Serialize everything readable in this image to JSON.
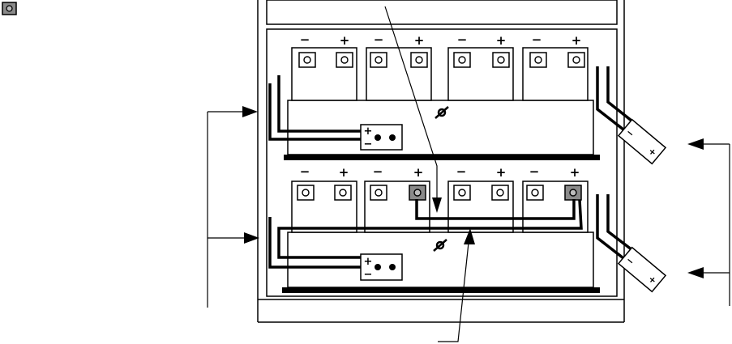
{
  "legend": {
    "icon": "gray-terminal-icon",
    "label": ""
  },
  "colors": {
    "line": "#000000",
    "highlight_terminal": "#8a8a8a",
    "background": "#ffffff"
  },
  "terminal_signs": {
    "minus": "−",
    "plus": "+"
  },
  "connector_signs": {
    "plus": "+",
    "minus": "−"
  },
  "module_signs": {
    "plus": "+",
    "minus": "−"
  },
  "trays": [
    {
      "name": "upper",
      "highlighted_terminals": []
    },
    {
      "name": "lower",
      "highlighted_terminals": [
        "battery-2-positive",
        "battery-4-positive"
      ]
    }
  ]
}
